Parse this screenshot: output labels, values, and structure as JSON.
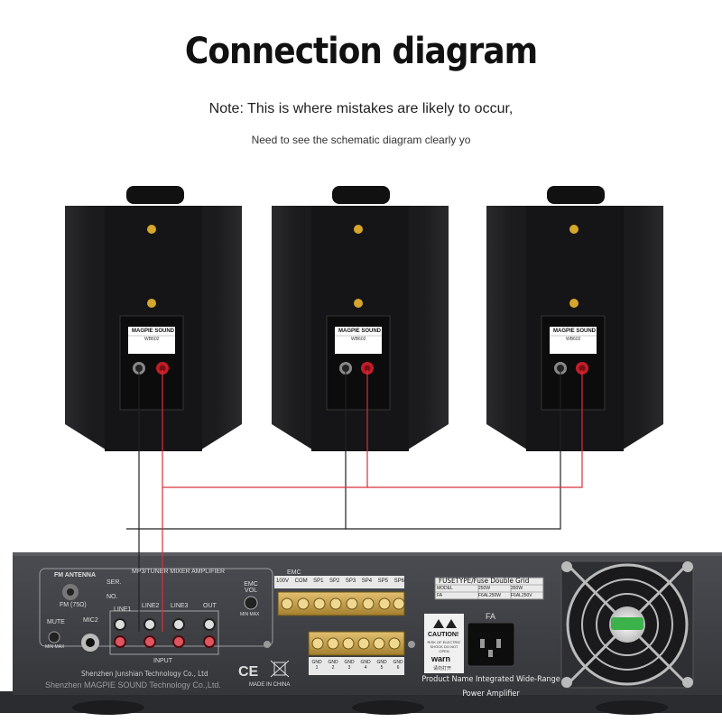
{
  "header": {
    "title": "Connection diagram",
    "note": "Note: This is where mistakes are likely to occur,",
    "subnote": "Need to see the schematic diagram clearly yo"
  },
  "speakers": [
    {
      "brand": "MAGPIE SOUND",
      "model": "WB602"
    },
    {
      "brand": "MAGPIE SOUND",
      "model": "WB602"
    },
    {
      "brand": "MAGPIE SOUND",
      "model": "WB602"
    }
  ],
  "amplifier": {
    "fm_antenna": "FM ANTENNA",
    "fm_ohm": "FM (75Ω)",
    "ser": "SER.",
    "no": "NO.",
    "panel_title": "MP3/TUNER MIXER AMPLIFIER",
    "mute": "MUTE",
    "mute_range": "MIN MAX",
    "mic2": "MIC2",
    "line1": "LINE1",
    "line2": "LINE2",
    "line3": "LINE3",
    "out": "OUT",
    "input": "INPUT",
    "emc_vol": "EMC VOL",
    "emc_range": "MIN MAX",
    "emc": "EMC",
    "terminals_top": [
      "100V",
      "COM",
      "SP1",
      "SP2",
      "SP3",
      "SP4",
      "SP5",
      "SP6"
    ],
    "terminals_bottom": [
      "GND 1",
      "GND 2",
      "GND 3",
      "GND 4",
      "GND 5",
      "GND 6"
    ],
    "fuse_table_title": "FUSETYPE/Fuse Double Grid",
    "fuse_headers": [
      "MODEL",
      "250W",
      "350W"
    ],
    "fuse_row": [
      "FA",
      "F6AL250W",
      "F6AL250V"
    ],
    "caution": "CAUTION!",
    "caution_text": "RISK OF ELECTRIC SHOCK DO NOT OPEN",
    "warn": "warn",
    "warn_cn": "请勿打开",
    "fa": "FA",
    "made_in": "MADE IN CHINA",
    "company_overlay": "Shenzhen Junshian Technology Co., Ltd",
    "company_bottom": "Shenzhen MAGPIE SOUND Technology Co.,Ltd.",
    "product_name_line1": "Product Name Integrated Wide-Range",
    "product_name_line2": "Power Amplifier"
  },
  "colors": {
    "wire_red": "#d9303a",
    "wire_black": "#222222",
    "speaker_body": "#1c1c1e",
    "amp_panel": "#3c3e42",
    "terminal_gold": "#c8a24a"
  }
}
